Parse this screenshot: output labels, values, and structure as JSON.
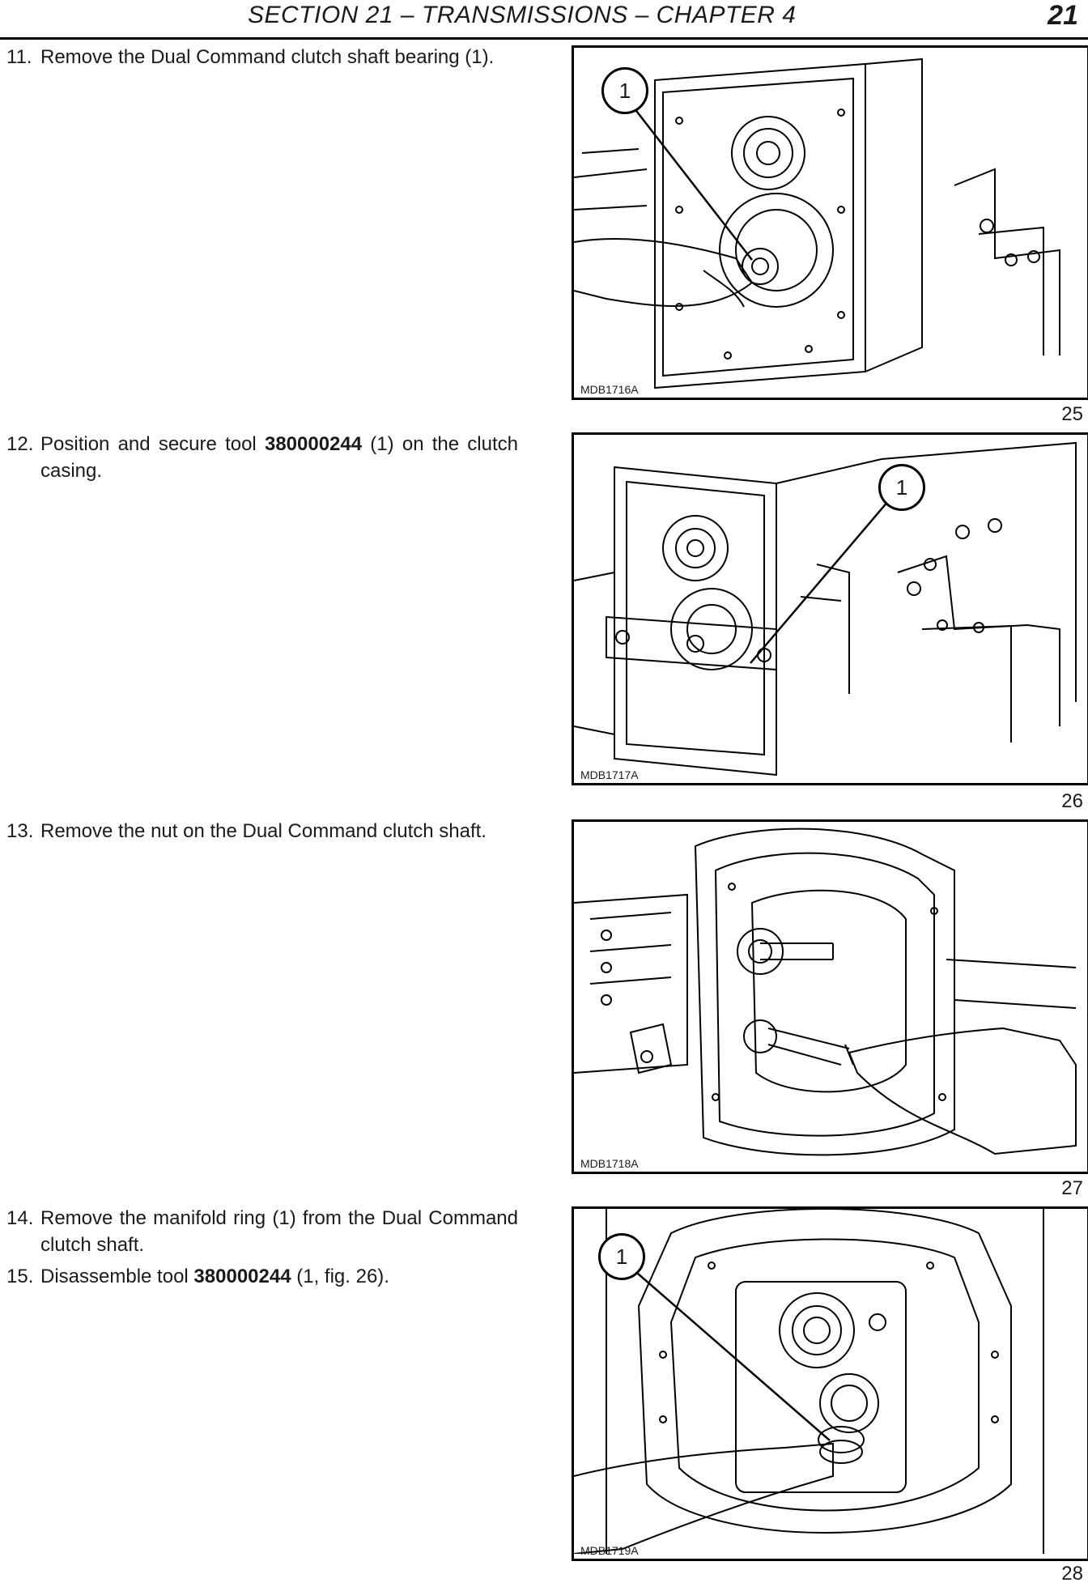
{
  "header": {
    "section_title": "SECTION 21 – TRANSMISSIONS – CHAPTER 4",
    "page_number": "21"
  },
  "steps": [
    {
      "number": "11.",
      "parts": [
        {
          "t": "Remove the Dual Command clutch shaft bearing (1)."
        }
      ]
    },
    {
      "number": "12.",
      "parts": [
        {
          "t": "Position and secure tool "
        },
        {
          "t": "380000244",
          "bold": true
        },
        {
          "t": " (1) on the clutch casing."
        }
      ]
    },
    {
      "number": "13.",
      "parts": [
        {
          "t": "Remove the nut on the Dual Command clutch shaft."
        }
      ]
    },
    {
      "number": "14.",
      "parts": [
        {
          "t": "Remove the manifold ring (1) from the Dual Command clutch shaft."
        }
      ]
    },
    {
      "number": "15.",
      "parts": [
        {
          "t": "Disassemble tool "
        },
        {
          "t": "380000244",
          "bold": true
        },
        {
          "t": " (1, fig. 26)."
        }
      ]
    }
  ],
  "figures": [
    {
      "code": "MDB1716A",
      "number": "25",
      "callout": "1"
    },
    {
      "code": "MDB1717A",
      "number": "26",
      "callout": "1"
    },
    {
      "code": "MDB1718A",
      "number": "27",
      "callout": ""
    },
    {
      "code": "MDB1719A",
      "number": "28",
      "callout": "1"
    }
  ]
}
